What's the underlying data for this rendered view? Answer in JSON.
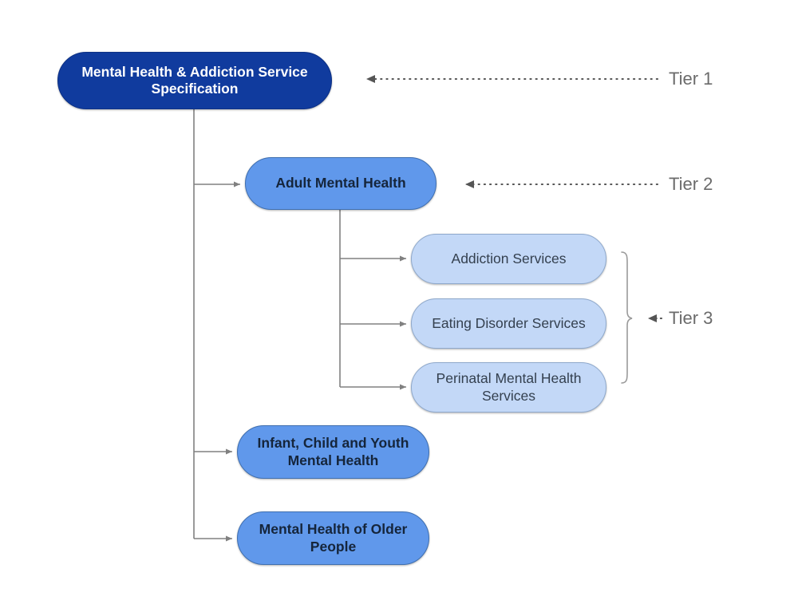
{
  "diagram": {
    "title": "Mental Health & Addiction Service Specification tier hierarchy",
    "colors": {
      "tier1_fill": "#103B9E",
      "tier1_text": "#FFFFFF",
      "tier2_fill": "#6098EB",
      "tier2_text": "#15253B",
      "tier3_fill": "#C3D8F7",
      "tier3_text": "#34404F",
      "connector": "#808080",
      "tier_label_text": "#6B6B6B",
      "background": "#FFFFFF"
    },
    "nodes": {
      "root": {
        "label": "Mental Health & Addiction Service Specification",
        "tier": "Tier 1"
      },
      "adult_mental_health": {
        "label": "Adult Mental Health",
        "tier": "Tier 2"
      },
      "infant_child_youth": {
        "label": "Infant, Child and Youth Mental Health",
        "tier": "Tier 2"
      },
      "older_people": {
        "label": "Mental Health of Older People",
        "tier": "Tier 2"
      },
      "addiction_services": {
        "label": "Addiction Services",
        "tier": "Tier 3"
      },
      "eating_disorder_services": {
        "label": "Eating Disorder Services",
        "tier": "Tier 3"
      },
      "perinatal_mental_health": {
        "label": "Perinatal Mental Health Services",
        "tier": "Tier 3"
      }
    },
    "tier_labels": {
      "tier1": "Tier 1",
      "tier2": "Tier 2",
      "tier3": "Tier 3"
    }
  }
}
